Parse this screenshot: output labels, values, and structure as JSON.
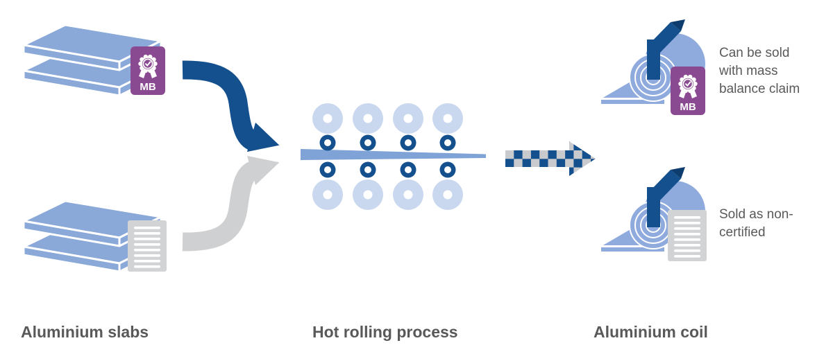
{
  "stages": [
    "Aluminium slabs",
    "Hot rolling process",
    "Aluminium coil"
  ],
  "badge_label": "MB",
  "annotations": {
    "certified": "Can be sold with mass balance claim",
    "non_certified": "Sold as non-certified"
  },
  "icons": [
    "mass-balance-certificate-badge-icon",
    "uncertified-document-icon",
    "aluminium-slabs-icon",
    "rolling-mill-icon",
    "aluminium-coil-icon",
    "curved-flow-arrow-icon",
    "checkered-output-arrow-icon"
  ],
  "colors": {
    "slab_blue": "#8aa8d8",
    "light_blue": "#c9d8ef",
    "dark_blue": "#14508e",
    "strip_blue": "#7fa3d6",
    "coil_blue": "#8fabde",
    "gray": "#cfd0d2",
    "doc_gray": "#d2d3d5",
    "purple": "#8a4a91",
    "checker_gray": "#c9cacd",
    "fold_blue": "#0d3c6e",
    "text_gray": "#595959"
  }
}
